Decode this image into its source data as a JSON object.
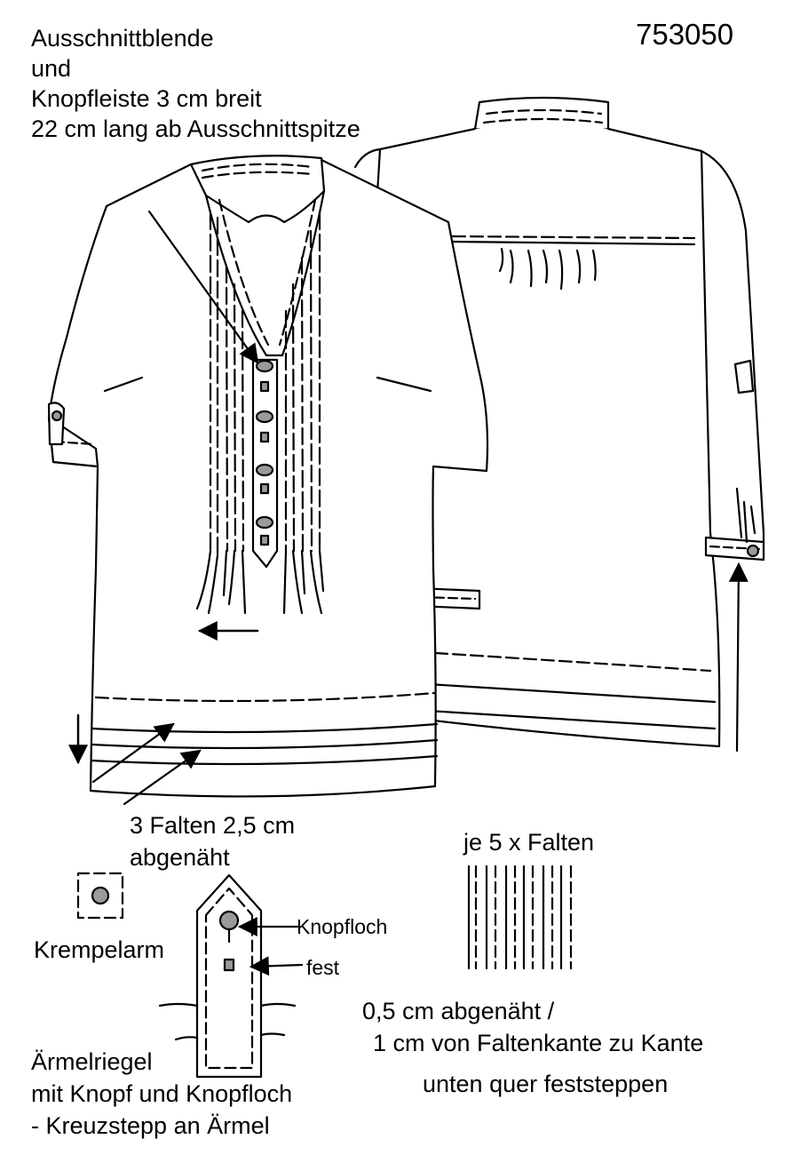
{
  "header": {
    "pattern_number": "753050",
    "placket_note": [
      "Ausschnittblende",
      "und",
      "Knopfleiste 3 cm breit",
      "22 cm lang ab Ausschnittspitze"
    ]
  },
  "notes": {
    "hem_pleats": [
      "3 Falten 2,5 cm",
      "abgenäht"
    ],
    "roll_sleeve": "Krempelarm",
    "buttonhole": "Knopfloch",
    "fixed": "fest",
    "sleeve_tab": [
      "Ärmelriegel",
      "mit Knopf und Knopfloch",
      "- Kreuzstepp an Ärmel"
    ],
    "pleats_count": "je 5 x Falten",
    "pleat_stitch": [
      "0,5 cm abgenäht /",
      "1 cm von Faltenkante zu Kante",
      "unten quer feststeppen"
    ]
  },
  "colors": {
    "line": "#000000",
    "button_fill": "#9a9a9a",
    "paper": "#ffffff"
  }
}
